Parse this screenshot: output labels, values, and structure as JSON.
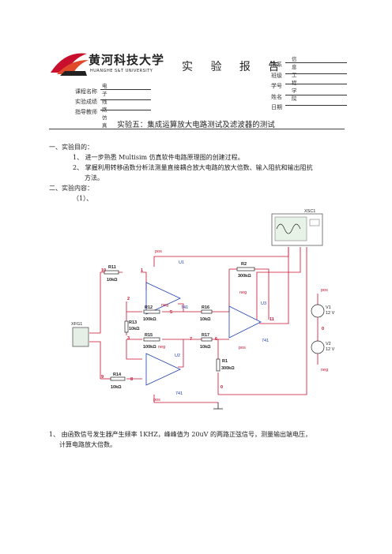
{
  "header": {
    "logo_cn": "黄河科技大学",
    "logo_en": "HUANGHE S&T UNIVERSITY",
    "report_title": "实 验 报 告",
    "left_fields": [
      {
        "label": "课程名称",
        "value": "电子线路仿真"
      },
      {
        "label": "实验成绩",
        "value": ""
      },
      {
        "label": "指导教师",
        "value": ""
      }
    ],
    "right_fields": [
      {
        "label": "院系",
        "value": "信息工程学院"
      },
      {
        "label": "班级",
        "value": ""
      },
      {
        "label": "学号",
        "value": ""
      },
      {
        "label": "姓名",
        "value": ""
      },
      {
        "label": "日期",
        "value": ""
      }
    ]
  },
  "experiment_title": "实验五：集成运算放大电路测试及滤波器的测试",
  "sections": {
    "purpose_heading": "一、实验目的：",
    "purpose_items": [
      "1、 进一步熟悉 Multisim 仿真软件电路原理图的创建过程。",
      "2、 掌握利用转移函数分析法测量直接耦合放大电路的放大倍数、输入阻抗和输出阻抗",
      "方法。"
    ],
    "content_heading": "二、实验内容：",
    "content_sub": "（1）、",
    "task_line1": "1、 由函数信号发生器产生频率 1KHZ，峰峰值为 20uV 的两路正弦信号，测量输出端电压，",
    "task_line2": "计算电路放大倍数。"
  },
  "circuit": {
    "u1": "U1",
    "u2": "U2",
    "u3": "U3",
    "opamp_model": "741",
    "r11": "R11",
    "r11_val": "10kΩ",
    "r12": "R12",
    "r12_val": "100kΩ",
    "r13": "R13",
    "r13_val": "10kΩ",
    "r14": "R14",
    "r14_val": "10kΩ",
    "r15": "R15",
    "r15_val": "100kΩ",
    "r16": "R16",
    "r16_val": "10kΩ",
    "r17": "R17",
    "r17_val": "10kΩ",
    "r2": "R2",
    "r2_val": "300kΩ",
    "r1": "R1",
    "r1_val": "300kΩ",
    "v1": "V1",
    "v1_val": "12 V",
    "v2": "V2",
    "v2_val": "12 V",
    "xsc1": "XSC1",
    "xfg1": "XFG1",
    "pos": "pos",
    "neg": "neg",
    "nodes": {
      "n10": "10",
      "n1": "1",
      "n2": "2",
      "n5": "5",
      "n3": "3",
      "n7": "7",
      "n6": "6",
      "n11": "11",
      "n9": "9",
      "n8": "8",
      "n0a": "0",
      "n0b": "0"
    },
    "colors": {
      "wire": "#c8102e",
      "blue": "#1f3fb0",
      "ground": "#222222"
    }
  }
}
